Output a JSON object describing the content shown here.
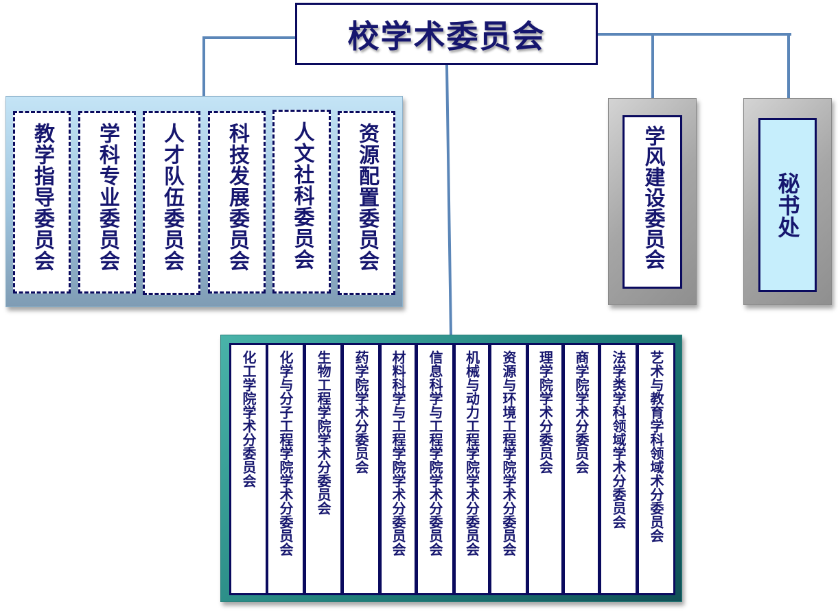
{
  "root": {
    "label": "校学术委员会"
  },
  "left_committees": [
    "教学指导委员会",
    "学科专业委员会",
    "人才队伍委员会",
    "科技发展委员会",
    "人文社科委员会",
    "资源配置委员会"
  ],
  "right_units": {
    "style_committee": "学风建设委员会",
    "secretariat": "秘书处"
  },
  "college_committees": [
    "化工学院学术分委员会",
    "化学与分子工程学院学术分委员会",
    "生物工程学院学术分委员会",
    "药学院学术分委员会",
    "材料科学与工程学院学术分委员会",
    "信息科学与工程学院学术分委员会",
    "机械与动力工程学院学术分委员会",
    "资源与环境工程学院学术分委员会",
    "理学院学术分委员会",
    "商学院学术分委员会",
    "法学类学科领域学术分委员会",
    "艺术与教育学科领域术分委员会"
  ],
  "colors": {
    "connector": "#5b86b8",
    "border": "#0a0a5e",
    "text": "#16166e",
    "left_group_fill": "#9dc3dd",
    "bottom_group_fill": "#1f7d79",
    "secretariat_fill": "#c6eefc",
    "gray_frame": "#a6a6a6"
  }
}
